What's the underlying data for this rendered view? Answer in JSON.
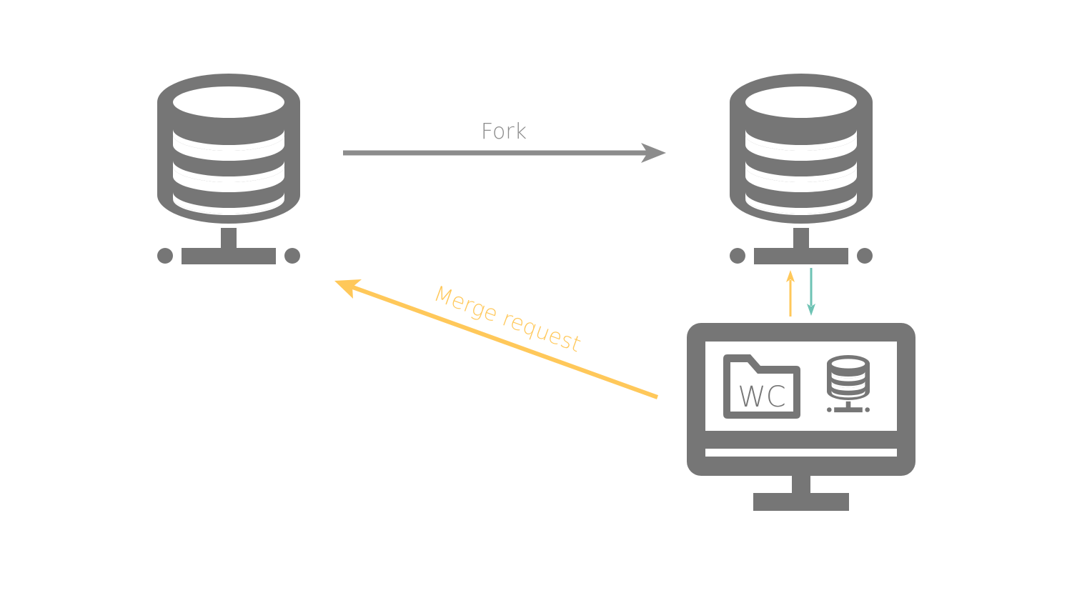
{
  "colors": {
    "icon": "#767676",
    "fork_arrow": "#8c8c8c",
    "merge_arrow": "#ffc85a",
    "push_arrow": "#ffc85a",
    "pull_arrow": "#6ec3b4",
    "background": "#ffffff"
  },
  "nodes": {
    "upstream_repo": {
      "icon": "database-server-icon"
    },
    "forked_repo": {
      "icon": "database-server-icon"
    },
    "workstation": {
      "icon": "monitor-icon",
      "folder_icon": "folder-icon",
      "folder_label": "WC",
      "local_repo_icon": "database-server-icon"
    }
  },
  "edges": {
    "fork": {
      "label": "Fork"
    },
    "merge_request": {
      "label": "Merge request"
    },
    "push": {
      "direction": "workstation-to-fork"
    },
    "pull": {
      "direction": "fork-to-workstation"
    }
  }
}
